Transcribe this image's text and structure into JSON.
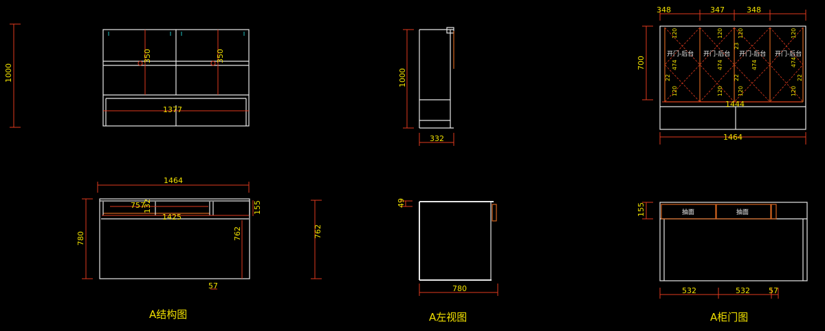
{
  "titles": {
    "structure": "A结构图",
    "left_view": "A左视图",
    "door": "A柜门图"
  },
  "top_left": {
    "height": "1000",
    "shelf1": "350",
    "shelf2": "350",
    "width": "1377"
  },
  "bottom_left": {
    "overall_width": "1464",
    "drawer_width": "757",
    "drawer_h": "132",
    "inner_width": "1425",
    "side_h": "155",
    "height": "780",
    "inner_height": "762",
    "right_height": "762",
    "leg": "57"
  },
  "top_middle": {
    "height": "1000",
    "depth": "332"
  },
  "bottom_middle": {
    "top": "49",
    "depth": "780"
  },
  "top_right": {
    "w1": "348",
    "w2": "347",
    "w3": "348",
    "height": "700",
    "inner_width": "1444",
    "overall_width": "1464",
    "door_label": "开门-后台",
    "d120": "120",
    "d474": "474",
    "d22": "22",
    "d23": "23"
  },
  "bottom_right": {
    "height": "155",
    "drawer_label": "抽面",
    "w1": "532",
    "w2": "532",
    "w3": "57"
  }
}
